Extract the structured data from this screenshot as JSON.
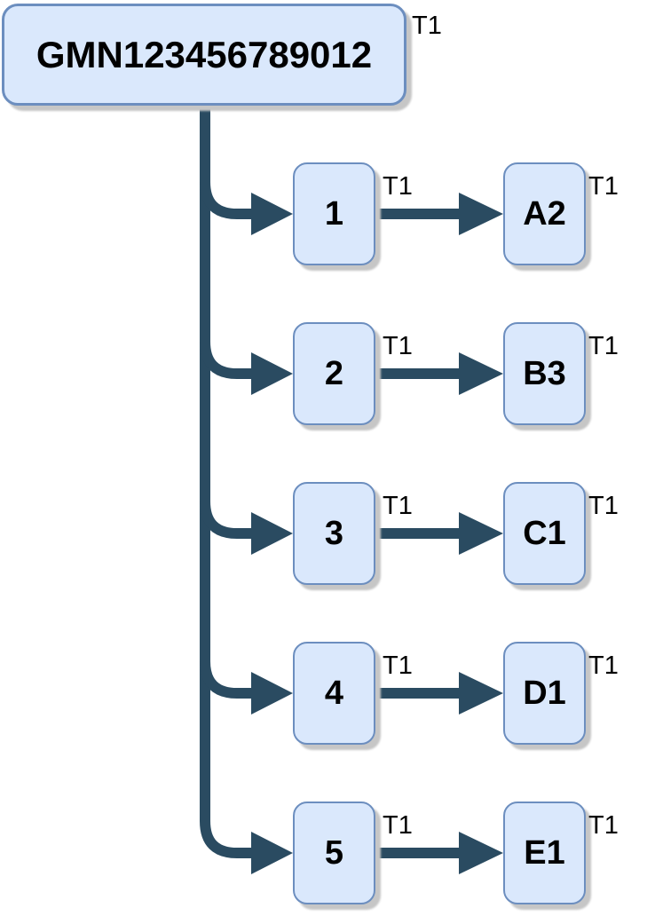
{
  "diagram": {
    "type": "tree",
    "root": {
      "label": "GMN123456789012",
      "tag": "T1"
    },
    "rows": [
      {
        "source": {
          "label": "1",
          "tag": "T1"
        },
        "target": {
          "label": "A2",
          "tag": "T1"
        }
      },
      {
        "source": {
          "label": "2",
          "tag": "T1"
        },
        "target": {
          "label": "B3",
          "tag": "T1"
        }
      },
      {
        "source": {
          "label": "3",
          "tag": "T1"
        },
        "target": {
          "label": "C1",
          "tag": "T1"
        }
      },
      {
        "source": {
          "label": "4",
          "tag": "T1"
        },
        "target": {
          "label": "D1",
          "tag": "T1"
        }
      },
      {
        "source": {
          "label": "5",
          "tag": "T1"
        },
        "target": {
          "label": "E1",
          "tag": "T1"
        }
      }
    ],
    "colors": {
      "box_fill": "#dae8fc",
      "box_border": "#6c8ebf",
      "arrow": "#2a4b61",
      "text": "#000000",
      "shadow": "#c6c6c6"
    }
  }
}
